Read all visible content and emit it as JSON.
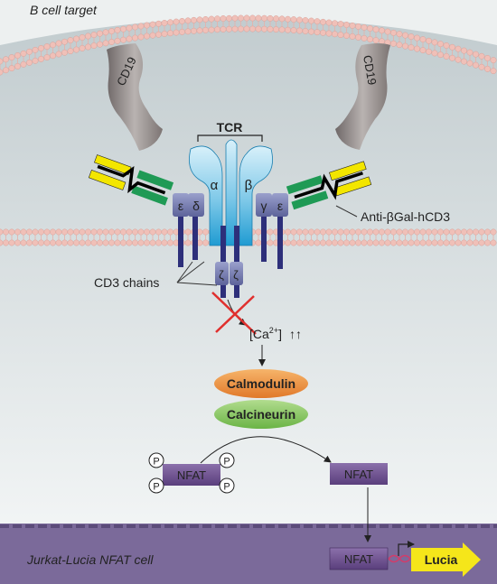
{
  "labels": {
    "b_cell_target": "B cell target",
    "jurkat_cell": "Jurkat-Lucia NFAT cell",
    "tcr": "TCR",
    "alpha": "α",
    "beta": "β",
    "cd19_left": "CD19",
    "cd19_right": "CD19",
    "epsilon_left": "ε",
    "delta": "δ",
    "gamma": "γ",
    "epsilon_right": "ε",
    "zeta1": "ζ",
    "zeta2": "ζ",
    "antibody": "Anti-βGal-hCD3",
    "cd3_chains": "CD3 chains",
    "calcium_base": "[Ca",
    "calcium_sup": "2+",
    "calcium_close": "]",
    "calcium_arrows": "↑↑",
    "calmodulin": "Calmodulin",
    "calcineurin": "Calcineurin",
    "nfat_phospho": "NFAT",
    "nfat_free": "NFAT",
    "nfat_nucleus": "NFAT",
    "phospho": "P",
    "lucia": "Lucia"
  },
  "colors": {
    "membrane_lipid": "#f0c0b8",
    "b_cell_bg": "#ecefef",
    "t_cell_gradient_top": "#c2cccf",
    "t_cell_gradient_bottom": "#f6f8f8",
    "nucleus": "#7b6a9a",
    "tcr_light": "#cfe9f5",
    "tcr_dark": "#2ba6d8",
    "cd3_box": "#7d83b6",
    "cd3_stalk": "#2d2f7a",
    "cd19": "#8d8584",
    "antibody_yellow": "#f3e600",
    "antibody_green": "#1f9a55",
    "calmodulin": "#ec8f3a",
    "calcineurin": "#7cbf5b",
    "nfat": "#6b4d8b",
    "lucia": "#f5e61a",
    "inhibition": "#e0302e"
  }
}
